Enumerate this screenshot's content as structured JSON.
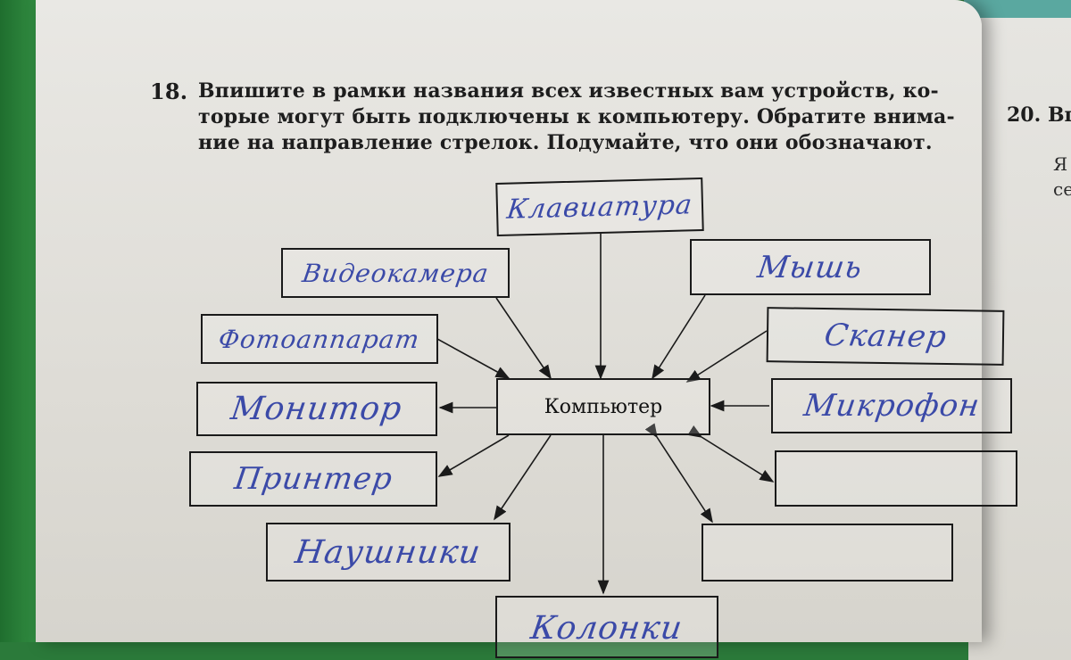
{
  "task": {
    "number": "18.",
    "lines": [
      "Впишите в рамки названия всех известных вам устройств, ко-",
      "торые могут быть подключены к компьютеру. Обратите внима-",
      "ние на направление стрелок. Подумайте, что они обозначают."
    ]
  },
  "next_task": {
    "number": "20.",
    "text": "Вп"
  },
  "next_fragments": [
    "Я",
    "се"
  ],
  "diagram": {
    "center": "Компьютер",
    "devices": {
      "keyboard": "Клавиатура",
      "camcorder": "Видеокамера",
      "mouse": "Мышь",
      "camera": "Фотоаппарат",
      "scanner": "Сканер",
      "monitor": "Монитор",
      "microphone": "Микрофон",
      "printer": "Принтер",
      "empty1": "",
      "headphones": "Наушники",
      "empty2": "",
      "speakers": "Колонки"
    }
  },
  "colors": {
    "ink": "#3b4aa8",
    "print": "#1d1d1d",
    "paper": "#e4e3de"
  }
}
